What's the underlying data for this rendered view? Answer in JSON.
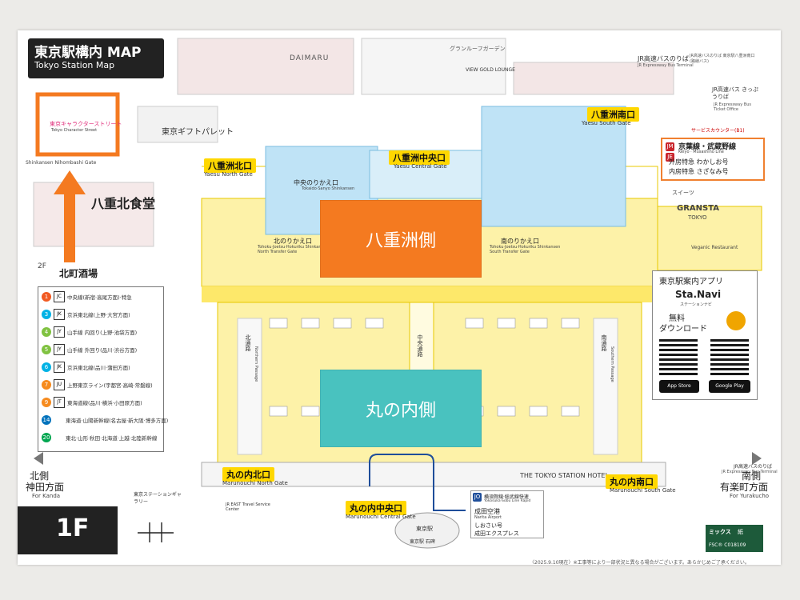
{
  "map": {
    "title_ja": "東京駅構内 MAP",
    "title_en": "Tokyo Station Map",
    "floor": "1F",
    "footer_note": "〈2025.9.10現在〉※工事等により一部状況と異なる場合がございます。あらかじめご了承ください。",
    "highlight_label": "東京キャラクターストリート",
    "highlight_label_en": "Tokyo Character Street",
    "gates": {
      "yaesu_north": {
        "ja": "八重洲北口",
        "en": "Yaesu North Gate"
      },
      "yaesu_central": {
        "ja": "八重洲中央口",
        "en": "Yaesu Central Gate"
      },
      "yaesu_south": {
        "ja": "八重洲南口",
        "en": "Yaesu South Gate"
      },
      "maru_north": {
        "ja": "丸の内北口",
        "en": "Marunouchi North Gate"
      },
      "maru_central": {
        "ja": "丸の内中央口",
        "en": "Marunouchi Central Gate"
      },
      "maru_south": {
        "ja": "丸の内南口",
        "en": "Marunouchi South Gate"
      }
    },
    "areas": {
      "yaesu_side": "八重洲側",
      "marunouchi_side": "丸の内側",
      "yaesu_kitashokudo": "八重北食堂",
      "kitamachi_sakaba": "北町酒場",
      "kitamachi_floor": "2F",
      "tokyo_gift_palette": "東京ギフトパレット",
      "granstar": "GRANSTA",
      "granstar_tokyo": "TOKYO",
      "hotel": "THE TOKYO STATION HOTEL",
      "daimaru": "DAIMARU",
      "view_gold_lounge": "VIEW GOLD LOUNGE",
      "gran_roof": "グランルーフガーデン",
      "kita_norikae": "北のりかえ口",
      "naka_norikae": "中央のりかえ口",
      "minami_norikae": "南のりかえ口",
      "kita_norikae_en": "Tohoku·Joetsu·Hokuriku Shinkansen North Transfer Gate",
      "naka_norikae_en": "Tokaido·Sanyo Shinkansen",
      "minami_norikae_en": "Tohoku·Joetsu·Hokuriku Shinkansen South Transfer Gate",
      "north_passage": "北通路",
      "central_passage": "中央通路",
      "south_passage": "南通路",
      "north_passage_en": "Northern Passage",
      "south_passage_en": "Southern Passage",
      "tokyo_station_gallery": "東京ステーションギャラリー",
      "jr_east_travel": "JR EAST Travel Service Center",
      "tokyo_station_stone": "東京駅 石碑",
      "central_plate": "東京駅",
      "vegan": "Veganic Restaurant",
      "sweets": "スイーツ",
      "shinkansen_nihombashi": "Shinkansen Nihombashi Gate"
    },
    "bus": {
      "jr_bus_ja": "JR高速バスのりば",
      "jr_bus_en": "JR Expressway Bus Terminal",
      "jr_bus_ticket_ja": "JR高速バス きっぷうりば",
      "jr_bus_ticket_en": "JR Expressway Bus Ticket Office",
      "jr_bus_b1": "JR高速バスのりば 東京駅八重洲南口 (路線バス)",
      "service_counter": "サービスカウンター(B1)",
      "jr_bus_south": "JR高速バスのりば",
      "jr_bus_south_en": "JR Expressway Bus Terminal"
    },
    "keiyo": {
      "title": "京葉線・武蔵野線",
      "title_en": "Keiyo · Musashino Line",
      "line1": "外房特急 わかしお号",
      "line2": "内房特急 さざなみ号",
      "badge1": "JM",
      "badge2": "JE"
    },
    "legend": [
      {
        "code": "JC",
        "color": "#f15a22",
        "num": "1",
        "name": "中央線(新宿·高尾方面)·特急"
      },
      {
        "code": "JK",
        "color": "#00b2e5",
        "num": "3",
        "name": "京浜東北線(上野·大宮方面)"
      },
      {
        "code": "JY",
        "color": "#80c241",
        "num": "4",
        "name": "山手線 内回り(上野·池袋方面)"
      },
      {
        "code": "JY",
        "color": "#80c241",
        "num": "5",
        "name": "山手線 外回り(品川·渋谷方面)"
      },
      {
        "code": "JK",
        "color": "#00b2e5",
        "num": "6",
        "name": "京浜東北線(品川·蒲田方面)"
      },
      {
        "code": "JU",
        "color": "#f68b1e",
        "num": "7",
        "name": "上野東京ライン(宇都宮·高崎·常磐線)"
      },
      {
        "code": "JT",
        "color": "#f68b1e",
        "num": "9",
        "name": "東海道線(品川·横浜·小田原方面)"
      },
      {
        "code": "",
        "color": "#0072bc",
        "num": "14",
        "name": "東海道·山陽新幹線(名古屋·新大阪·博多方面)"
      },
      {
        "code": "",
        "color": "#00a650",
        "num": "20",
        "name": "東北·山形·秋田·北海道·上越·北陸新幹線"
      }
    ],
    "directions": {
      "north_ja": "北側",
      "north_sub": "神田方面",
      "north_en": "For Kanda",
      "south_ja": "南側",
      "south_sub": "有楽町方面",
      "south_en": "For Yurakucho"
    },
    "app": {
      "title": "東京駅案内アプリ",
      "name": "Sta.Navi",
      "name_sub": "ステーションナビ",
      "free": "無料",
      "download": "ダウンロード",
      "appstore": "App Store",
      "googleplay": "Google Play"
    },
    "narita": {
      "line": "横須賀線·総武線快速",
      "line_en": "Yokosuka·Sobu Line Rapid",
      "airport": "成田空港",
      "airport_en": "Narita Airport",
      "shiosai": "しおさい号",
      "nex": "成田エクスプレス",
      "badge": "JO"
    },
    "fsc": {
      "label": "ミックス",
      "sub": "紙",
      "code": "FSC® C018109"
    },
    "colors": {
      "concourse": "#fdf2a8",
      "corridor": "#fde86a",
      "shinkansen": "#bfe3f6",
      "orange_overlay": "#f47a20",
      "teal_overlay": "#49c2bf",
      "gate": "#ffd700",
      "highlight_box": "#f47a20",
      "arrow": "#f47a20"
    }
  }
}
